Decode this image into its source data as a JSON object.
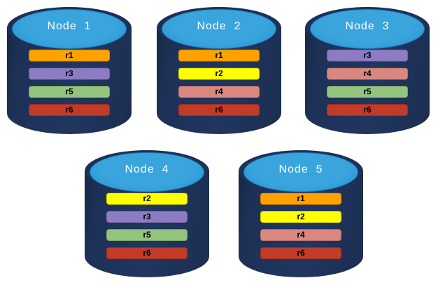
{
  "diagram": {
    "description": "Database nodes with replicated partitions",
    "node_count": 5,
    "replica_ids": [
      "r1",
      "r2",
      "r3",
      "r4",
      "r5",
      "r6"
    ]
  },
  "colors": {
    "cylinder_body": "#1d3157",
    "cylinder_body_shadow": "#142844",
    "cylinder_top": "#2e9ad5",
    "cylinder_top_border": "#1f77b4",
    "title_text": "#ffffff",
    "bar_text": "#000000",
    "r1": "#ffa200",
    "r2": "#ffff00",
    "r3": "#8d7cc4",
    "r4": "#d98880",
    "r5": "#93c47d",
    "r6": "#c23b28"
  },
  "nodes": [
    {
      "title": "Node  1",
      "replicas": [
        {
          "label": "r1",
          "color": "#ffa200"
        },
        {
          "label": "r3",
          "color": "#8d7cc4"
        },
        {
          "label": "r5",
          "color": "#93c47d"
        },
        {
          "label": "r6",
          "color": "#c23b28"
        }
      ]
    },
    {
      "title": "Node  2",
      "replicas": [
        {
          "label": "r1",
          "color": "#ffa200"
        },
        {
          "label": "r2",
          "color": "#ffff00"
        },
        {
          "label": "r4",
          "color": "#d98880"
        },
        {
          "label": "r6",
          "color": "#c23b28"
        }
      ]
    },
    {
      "title": "Node  3",
      "replicas": [
        {
          "label": "r3",
          "color": "#8d7cc4"
        },
        {
          "label": "r4",
          "color": "#d98880"
        },
        {
          "label": "r5",
          "color": "#93c47d"
        },
        {
          "label": "r6",
          "color": "#c23b28"
        }
      ]
    },
    {
      "title": "Node  4",
      "replicas": [
        {
          "label": "r2",
          "color": "#ffff00"
        },
        {
          "label": "r3",
          "color": "#8d7cc4"
        },
        {
          "label": "r5",
          "color": "#93c47d"
        },
        {
          "label": "r6",
          "color": "#c23b28"
        }
      ]
    },
    {
      "title": "Node  5",
      "replicas": [
        {
          "label": "r1",
          "color": "#ffa200"
        },
        {
          "label": "r2",
          "color": "#ffff00"
        },
        {
          "label": "r4",
          "color": "#d98880"
        },
        {
          "label": "r6",
          "color": "#c23b28"
        }
      ]
    }
  ]
}
